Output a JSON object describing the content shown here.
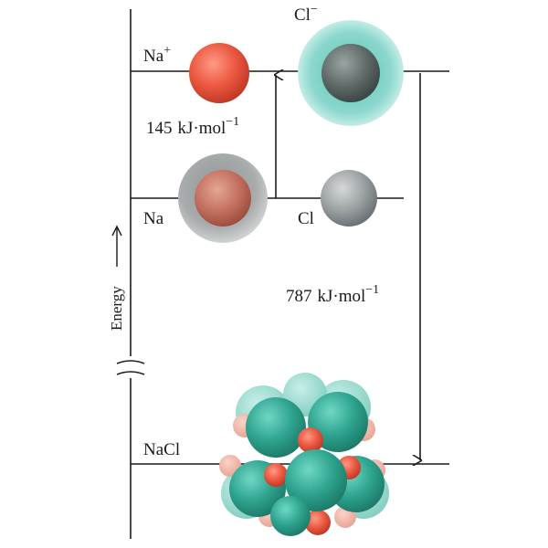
{
  "levels": {
    "ions": {
      "cation_symbol": "Na",
      "cation_charge": "+",
      "anion_symbol": "Cl",
      "anion_charge": "−"
    },
    "atoms": {
      "na": "Na",
      "cl": "Cl"
    },
    "solid": {
      "label": "NaCl"
    }
  },
  "energies": {
    "ionization": {
      "value": "145",
      "unit_prefix": "kJ·mol",
      "unit_exp": "−1"
    },
    "lattice": {
      "value": "787",
      "unit_prefix": "kJ·mol",
      "unit_exp": "−1"
    }
  },
  "axis": {
    "label": "Energy"
  },
  "colors": {
    "na_ion": "#e5513c",
    "cl_ion_shell": "#7fd0c6",
    "cl_core": "#5f6b69",
    "atom_shell": "#a9adae",
    "na_core": "#c9796a",
    "teal_ion": "#2fa48f"
  }
}
